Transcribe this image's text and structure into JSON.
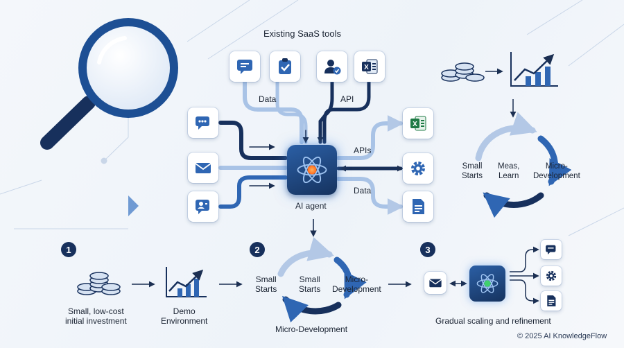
{
  "top": {
    "title": "Existing SaaS tools",
    "edge_data": "Data",
    "edge_api": "API"
  },
  "center": {
    "agent_label": "AI agent",
    "edge_apis": "APIs",
    "edge_data": "Data"
  },
  "cycle_right": {
    "small_starts": "Small\nStarts",
    "meas_learn": "Meas,\nLearn",
    "micro_dev": "Micro-\nDevelopment"
  },
  "steps": {
    "step1": {
      "number": "1",
      "label": "Small, low-cost\ninitial investment",
      "demo": "Demo\nEnvironment"
    },
    "step2": {
      "number": "2",
      "small_starts_outer": "Small\nStarts",
      "small_starts_inner": "Small\nStarts",
      "micro_dev_right": "Micro-\nDevelopment",
      "micro_dev_bottom": "Micro-Development"
    },
    "step3": {
      "number": "3",
      "label": "Gradual scaling and refinement"
    }
  },
  "footer": {
    "copyright": "© 2025 AI KnowledgeFlow"
  },
  "colors": {
    "navy": "#17305c",
    "blue": "#2f66b3",
    "light_blue": "#a9c3e6",
    "excel_green": "#1f7a45",
    "glow": "#ff7a2e"
  },
  "icons": {
    "top_tiles": [
      "chat-bubble-icon",
      "checklist-icon",
      "user-check-icon",
      "excel-icon"
    ],
    "left_tiles": [
      "chat-icon",
      "mail-icon",
      "contact-card-icon"
    ],
    "right_tiles": [
      "excel-icon",
      "gear-icon",
      "document-icon"
    ]
  }
}
